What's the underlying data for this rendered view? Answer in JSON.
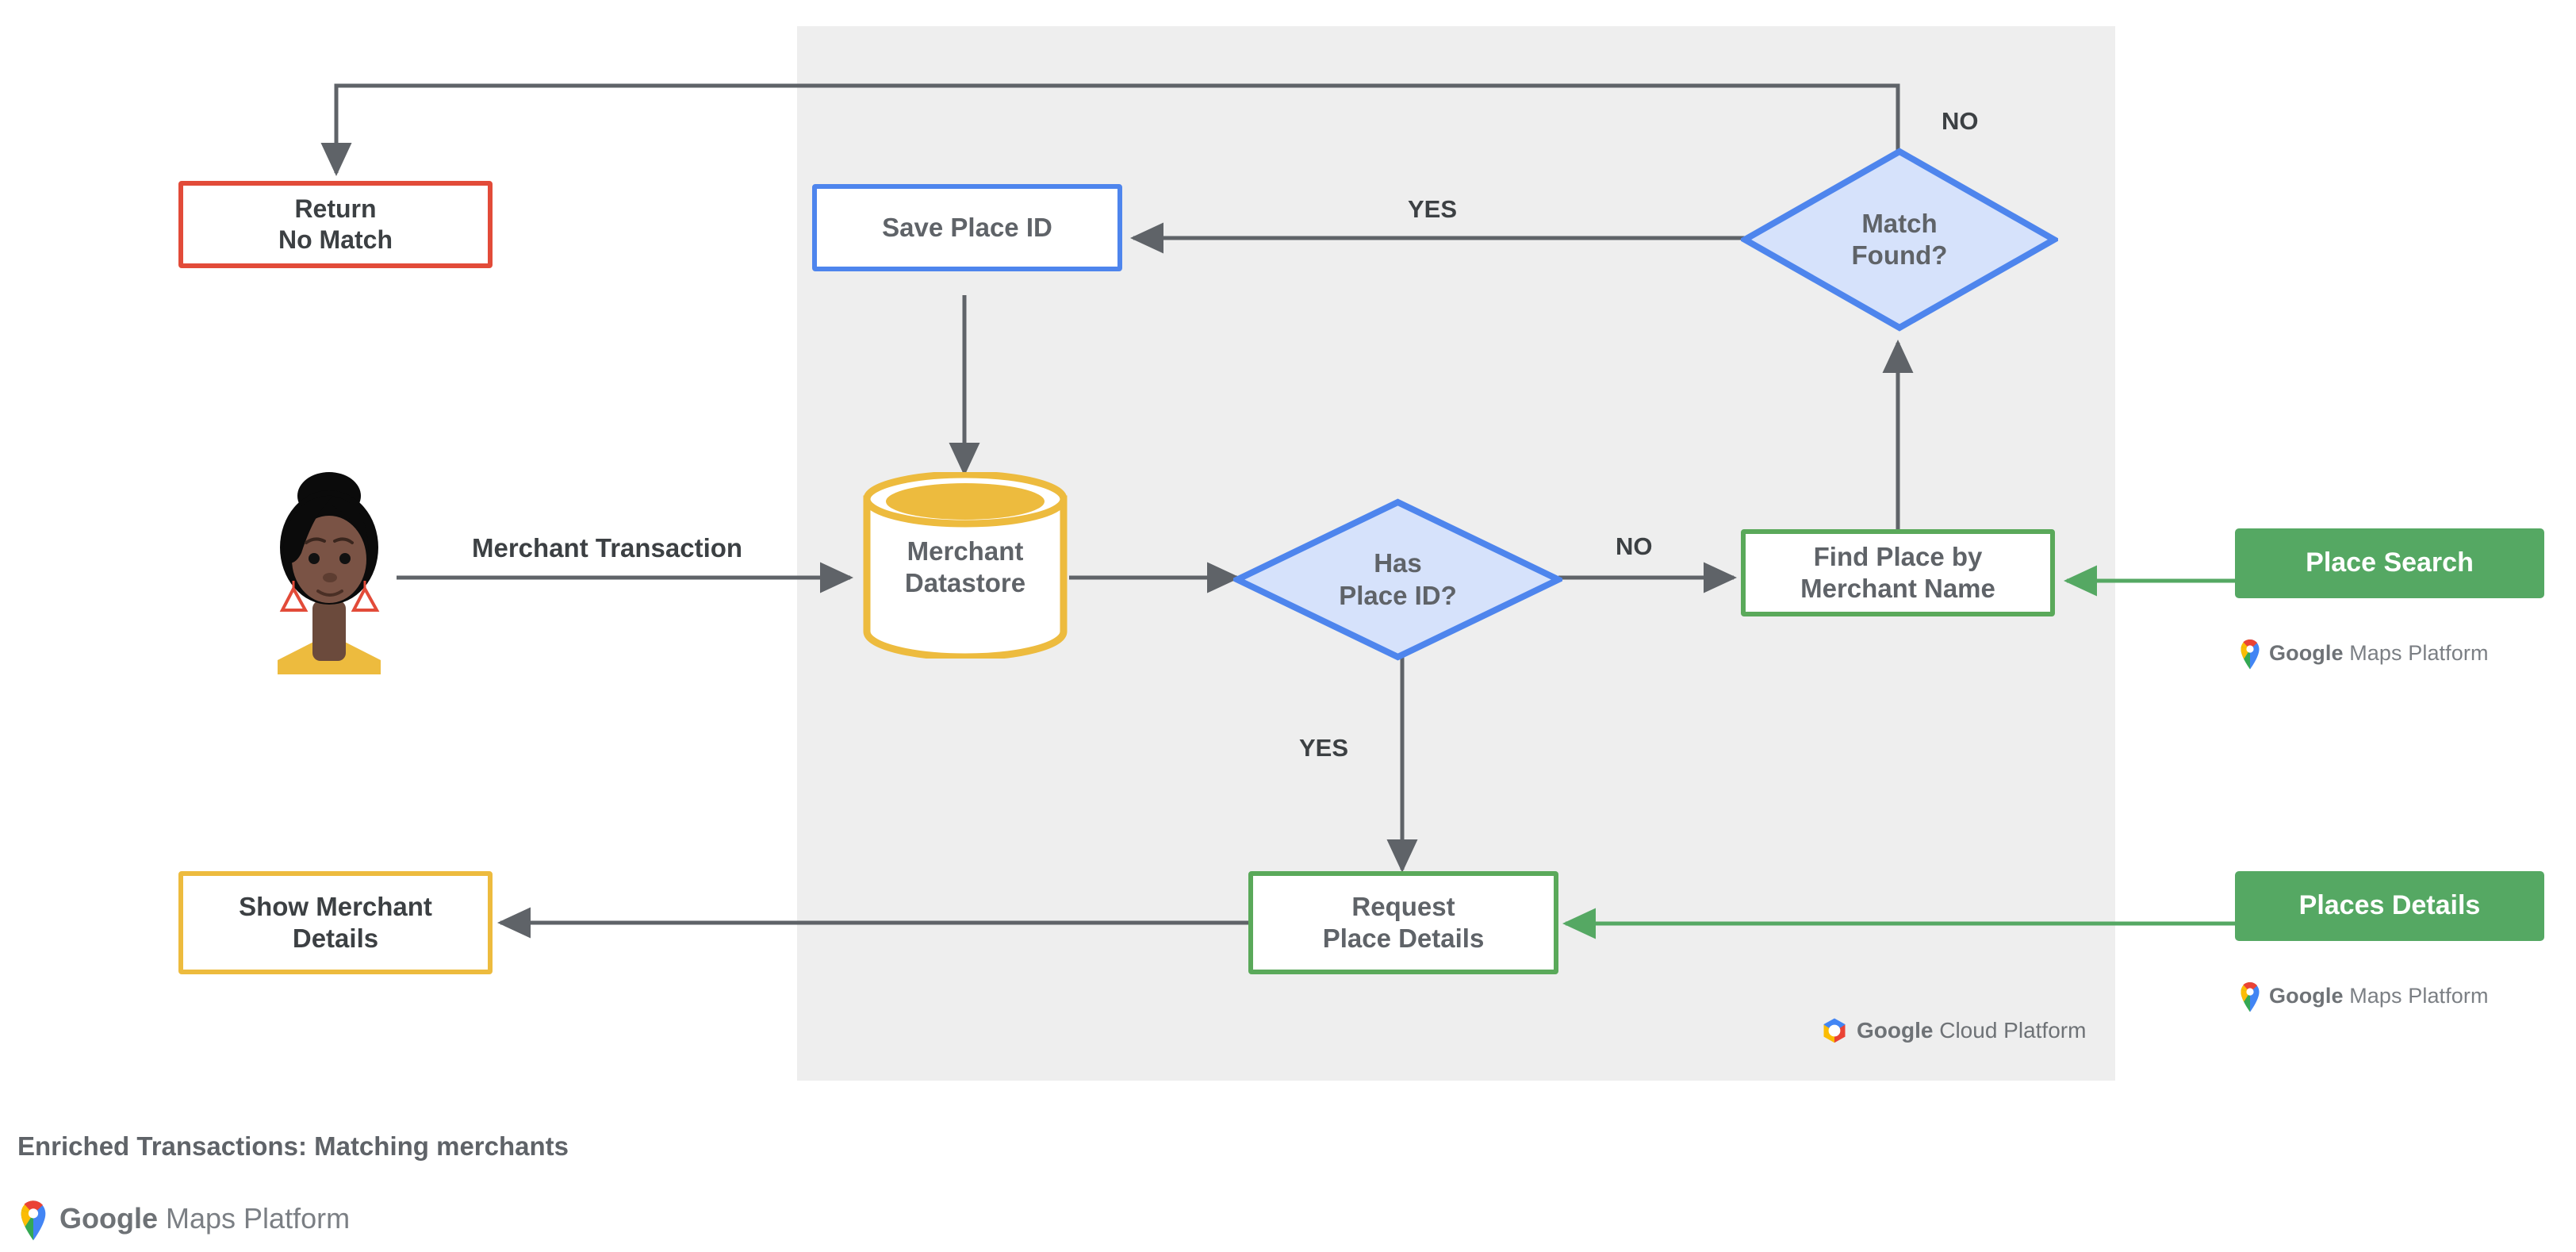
{
  "caption": {
    "title": "Enriched Transactions: Matching merchants"
  },
  "panel": {
    "name": "google-cloud-platform-region",
    "logo_text_bold": "Google",
    "logo_text_rest": " Cloud Platform"
  },
  "nodes": {
    "return_no_match": {
      "line1": "Return",
      "line2": "No Match",
      "color": "#e24b39"
    },
    "save_place_id": {
      "line1": "Save Place ID",
      "color": "#4e85ed"
    },
    "merchant_datastore": {
      "line1": "Merchant",
      "line2": "Datastore",
      "color": "#edbb3e"
    },
    "has_place_id": {
      "line1": "Has",
      "line2": "Place ID?",
      "color": "#4e85ed",
      "fill": "#d6e2fb"
    },
    "match_found": {
      "line1": "Match",
      "line2": "Found?",
      "color": "#4e85ed",
      "fill": "#d6e2fb"
    },
    "find_place_by_merchant_name": {
      "line1": "Find Place by",
      "line2": "Merchant Name",
      "color": "#5aa95a"
    },
    "request_place_details": {
      "line1": "Request",
      "line2": "Place Details",
      "color": "#5aa95a"
    },
    "show_merchant_details": {
      "line1": "Show Merchant",
      "line2": "Details",
      "color": "#edbb3e"
    },
    "place_search": {
      "label": "Place Search",
      "color": "#55a863"
    },
    "places_details": {
      "label": "Places Details",
      "color": "#55a863"
    }
  },
  "edge_labels": {
    "merchant_transaction": "Merchant Transaction",
    "has_place_id_no": "NO",
    "has_place_id_yes": "YES",
    "match_found_yes": "YES",
    "match_found_no": "NO"
  },
  "logos": {
    "maps_platform_bold": "Google",
    "maps_platform_rest": " Maps Platform"
  },
  "icons": {
    "maps_pin": "maps-pin-icon",
    "cloud_hexagon": "cloud-hexagon-icon",
    "person": "person-avatar-icon"
  },
  "colors": {
    "panel_bg": "#eeeeee",
    "wire": "#5f6368",
    "green_wire": "#55a863",
    "text": "#5f6368"
  }
}
